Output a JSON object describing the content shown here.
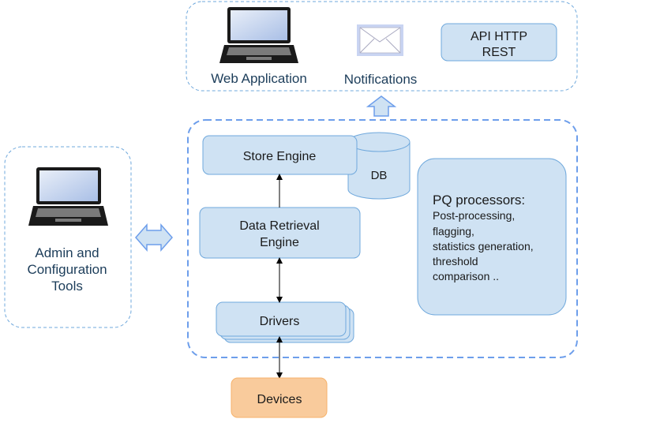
{
  "colors": {
    "box_fill": "#cfe2f3",
    "box_stroke": "#6fa8dc",
    "dashed_stroke": "#6d9eeb",
    "device_fill": "#f9cb9c",
    "device_stroke": "#f6b26b",
    "label_dark_blue": "#1c3d5a",
    "text": "#1a1a1a"
  },
  "clients_group": {
    "web_app_label": "Web Application",
    "notifications_label": "Notifications",
    "api_label_line1": "API HTTP",
    "api_label_line2": "REST"
  },
  "admin_group": {
    "label_line1": "Admin and",
    "label_line2": "Configuration",
    "label_line3": "Tools"
  },
  "core_group": {
    "store_engine_label": "Store Engine",
    "db_label": "DB",
    "data_retrieval_line1": "Data Retrieval",
    "data_retrieval_line2": "Engine",
    "drivers_label": "Drivers",
    "pq": {
      "title": "PQ processors:",
      "lines": [
        "Post-processing,",
        "flagging,",
        "statistics generation,",
        "threshold",
        "comparison .."
      ]
    }
  },
  "devices_label": "Devices"
}
